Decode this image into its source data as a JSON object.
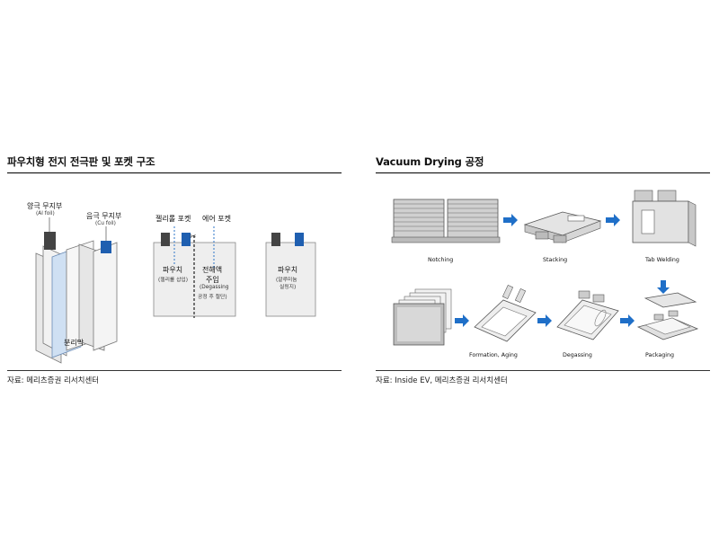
{
  "left_panel": {
    "title": "파우치형 전지 전극판 및 포켓 구조",
    "source": "자료: 메리츠증권 리서치센터",
    "labels": {
      "anode_tab": "양극 무지부",
      "anode_tab_sub": "(Al foil)",
      "cathode_tab": "음극 무지부",
      "cathode_tab_sub": "(Cu foil)",
      "separator": "분리막",
      "jellyroll_pocket": "젤리롤 포켓",
      "air_pocket": "에어 포켓",
      "pouch1": "파우치",
      "pouch1_sub": "(젤리롤 삽입)",
      "electrolyte": "전해액",
      "injection": "주입",
      "degassing": "(Degassing",
      "degassing_sub": "공정 후 절단)",
      "pouch2": "파우치",
      "pouch2_sub1": "(알루미늄",
      "pouch2_sub2": "실링지)"
    },
    "colors": {
      "anode_tab": "#444444",
      "cathode_tab": "#1f5fb0",
      "separator": "#cfe0f3",
      "dashed_arrow": "#2e75c8"
    }
  },
  "right_panel": {
    "title": "Vacuum Drying 공정",
    "source": "자료: Inside EV, 메리츠증권 리서치센터",
    "steps": [
      "Notching",
      "Stacking",
      "Tab Welding",
      "Formation, Aging",
      "Degassing",
      "Packaging"
    ],
    "colors": {
      "arrow": "#1f6fc8"
    }
  }
}
